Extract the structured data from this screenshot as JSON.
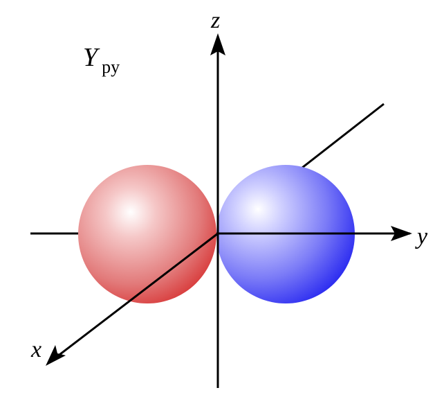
{
  "title": {
    "symbol": "Y",
    "subscript": "py"
  },
  "axes": {
    "x_label": "x",
    "y_label": "y",
    "z_label": "z"
  },
  "colors": {
    "axis": "#000000",
    "negative_lobe": "#d93a3a",
    "positive_lobe": "#3a3af0",
    "highlight": "#ffffff"
  }
}
